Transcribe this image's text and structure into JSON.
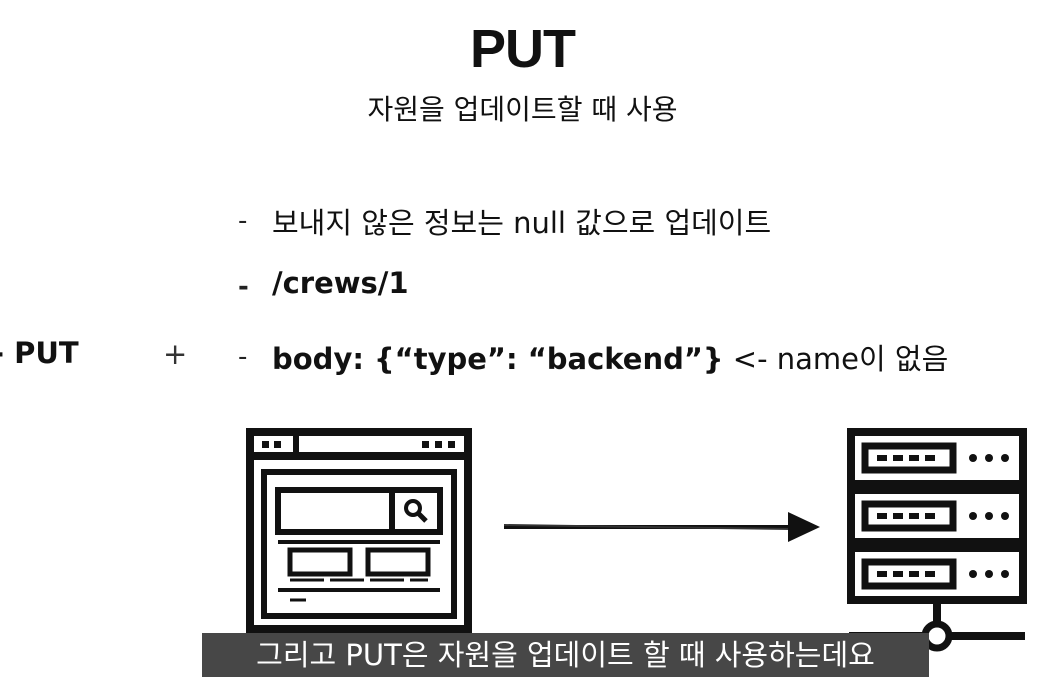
{
  "slide": {
    "title": "PUT",
    "subtitle": "자원을 업데이트할 때 사용"
  },
  "bullets": [
    {
      "dash": "-",
      "text": "보내지 않은 정보는 null 값으로 업데이트"
    },
    {
      "dash": "-",
      "text": "/crews/1"
    },
    {
      "dash": "-",
      "bold_text": "body: {“type”: “backend”}",
      "text": " <- name이 없음"
    }
  ],
  "left_label": {
    "text": "- PUT",
    "plus": "+"
  },
  "caption": {
    "text": "그리고 PUT은 자원을 업데이트 할 때 사용하는데요"
  },
  "icons": {
    "client": "browser-window-icon",
    "arrow": "arrow-right-icon",
    "server": "server-rack-icon"
  }
}
